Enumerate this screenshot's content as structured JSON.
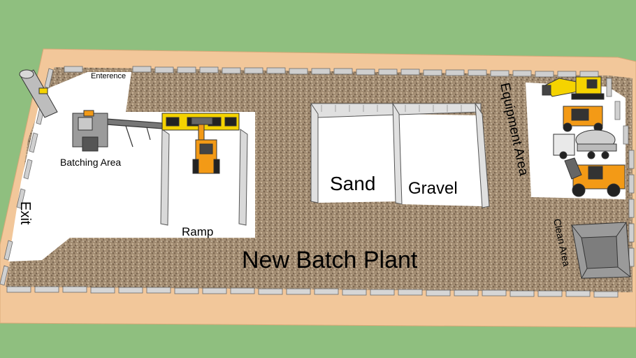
{
  "labels": {
    "entrance": "Enterence",
    "batching": "Batching Area",
    "ramp": "Ramp",
    "exit": "Exit",
    "sand": "Sand",
    "gravel": "Gravel",
    "equipment": "Equipment Area",
    "clean": "Clean Area",
    "title": "New Batch Plant"
  },
  "colors": {
    "grass": "#8fbf7f",
    "border": "#f2c79a",
    "gravel": "#a89378",
    "pad": "#ffffff",
    "fence": "#cfcfcf",
    "machine_yellow": "#f5d300",
    "machine_orange": "#f39a16"
  }
}
